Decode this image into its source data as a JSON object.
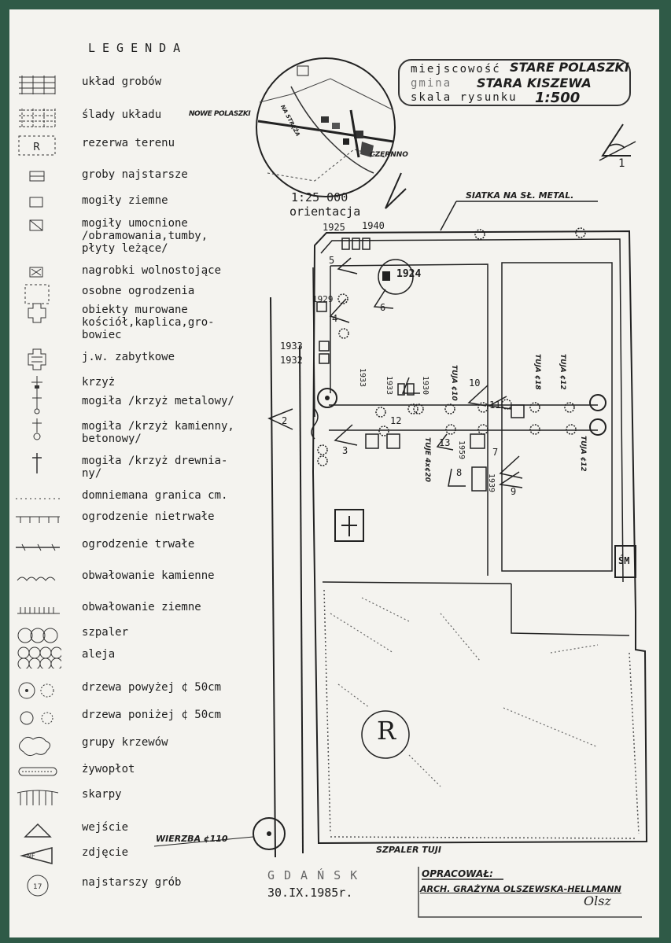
{
  "legend": {
    "title": "LEGENDA",
    "items": [
      {
        "icon": "grave-grid-icon",
        "label": "układ grobów"
      },
      {
        "icon": "grave-traces-icon",
        "label": "ślady układu"
      },
      {
        "icon": "reserve-area-icon",
        "label": "rezerwa terenu"
      },
      {
        "icon": "oldest-graves-icon",
        "label": "groby najstarsze"
      },
      {
        "icon": "earth-grave-icon",
        "label": "mogiły ziemne"
      },
      {
        "icon": "reinforced-grave-icon",
        "label": "mogiły umocnione\n/obramowania,tumby,\npłyty leżące/"
      },
      {
        "icon": "tombstone-icon",
        "label": "nagrobki wolnostojące"
      },
      {
        "icon": "separate-fence-icon",
        "label": "osobne ogrodzenia"
      },
      {
        "icon": "brick-building-icon",
        "label": "obiekty murowane\nkościół,kaplica,gro-\nbowiec"
      },
      {
        "icon": "historic-building-icon",
        "label": "j.w. zabytkowe"
      },
      {
        "icon": "cross-icon",
        "label": "krzyż"
      },
      {
        "icon": "metal-cross-grave-icon",
        "label": "mogiła /krzyż metalowy/"
      },
      {
        "icon": "stone-cross-grave-icon",
        "label": "mogiła /krzyż kamienny,\nbetonowy/"
      },
      {
        "icon": "wooden-cross-grave-icon",
        "label": "mogiła /krzyż drewnia-\nny/"
      },
      {
        "icon": "assumed-border-icon",
        "label": "domniemana granica cm."
      },
      {
        "icon": "temporary-fence-icon",
        "label": "ogrodzenie nietrwałe"
      },
      {
        "icon": "permanent-fence-icon",
        "label": "ogrodzenie trwałe"
      },
      {
        "icon": "stone-embankment-icon",
        "label": "obwałowanie kamienne"
      },
      {
        "icon": "earth-embankment-icon",
        "label": "obwałowanie ziemne"
      },
      {
        "icon": "tree-row-icon",
        "label": "szpaler"
      },
      {
        "icon": "alley-icon",
        "label": "aleja"
      },
      {
        "icon": "large-tree-icon",
        "label": "drzewa powyżej ¢ 50cm"
      },
      {
        "icon": "small-tree-icon",
        "label": "drzewa poniżej ¢ 50cm"
      },
      {
        "icon": "shrub-group-icon",
        "label": "grupy krzewów"
      },
      {
        "icon": "hedge-icon",
        "label": "żywopłot"
      },
      {
        "icon": "slope-icon",
        "label": "skarpy"
      },
      {
        "icon": "entrance-icon",
        "label": "wejście"
      },
      {
        "icon": "photo-icon",
        "label": "zdjęcie"
      },
      {
        "icon": "oldest-grave-icon",
        "label": "najstarszy grób"
      }
    ],
    "photo_symbol_text": "NF",
    "oldest_symbol_text": "17"
  },
  "title_block": {
    "place_label": "miejscowość",
    "place_value": "STARE POLASZKI",
    "gmina_label": "gmina",
    "gmina_value": "STARA KISZEWA",
    "scale_label": "skala rysunku",
    "scale_value": "1:500"
  },
  "orientation": {
    "scale": "1:25 000",
    "label": "orientacja",
    "village_west": "NOWE POLASZKI",
    "village_east": "CZERNNO",
    "road_label": "NA STRĘŻA",
    "north_number": "1"
  },
  "plan": {
    "fence_note": "SIATKA NA SŁ. METAL.",
    "years": [
      "1925",
      "1940",
      "1924",
      "1929",
      "1933",
      "1932",
      "1933",
      "1933",
      "1930",
      "1959",
      "1939"
    ],
    "tree_labels": [
      "TUJA ¢10",
      "TUJA ¢18",
      "TUJA ¢12",
      "TUJA ¢12",
      "TUJE 4x¢20"
    ],
    "photo_numbers": [
      "1",
      "2",
      "3",
      "4",
      "5",
      "6",
      "7",
      "8",
      "9",
      "10",
      "11",
      "12",
      "13"
    ],
    "reserve_mark": "R",
    "sm_mark": "ŚM",
    "willow_label": "WIERZBA ¢110",
    "tuja_row_label": "SZPALER TUJI"
  },
  "footer": {
    "city": "GDAŃSK",
    "date": "30.IX.1985r.",
    "prepared_label": "OPRACOWAŁ:",
    "author": "ARCH. GRAŻYNA OLSZEWSKA-HELLMANN",
    "signature": "Olsz"
  }
}
